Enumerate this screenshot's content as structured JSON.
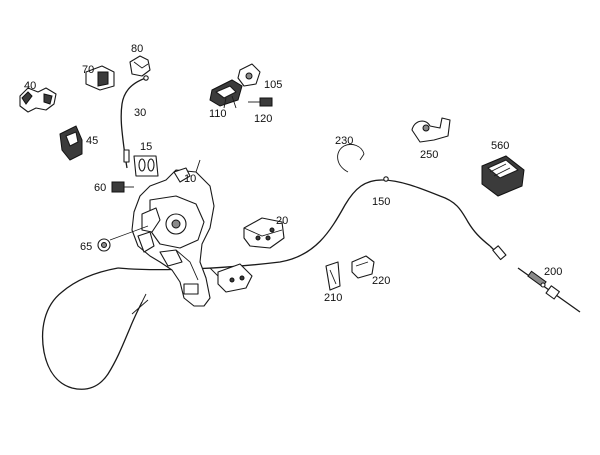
{
  "diagram": {
    "colors": {
      "line": "#1a1a1a",
      "fill": "#ffffff",
      "dark": "#3b3b3b",
      "mid": "#8a8a8a"
    },
    "callouts": {
      "c10": "10",
      "c15": "15",
      "c20": "20",
      "c30": "30",
      "c40": "40",
      "c45": "45",
      "c60": "60",
      "c65": "65",
      "c70": "70",
      "c80": "80",
      "c105": "105",
      "c110": "110",
      "c120": "120",
      "c150": "150",
      "c200": "200",
      "c210": "210",
      "c220": "220",
      "c230": "230",
      "c250": "250",
      "c560": "560"
    }
  }
}
